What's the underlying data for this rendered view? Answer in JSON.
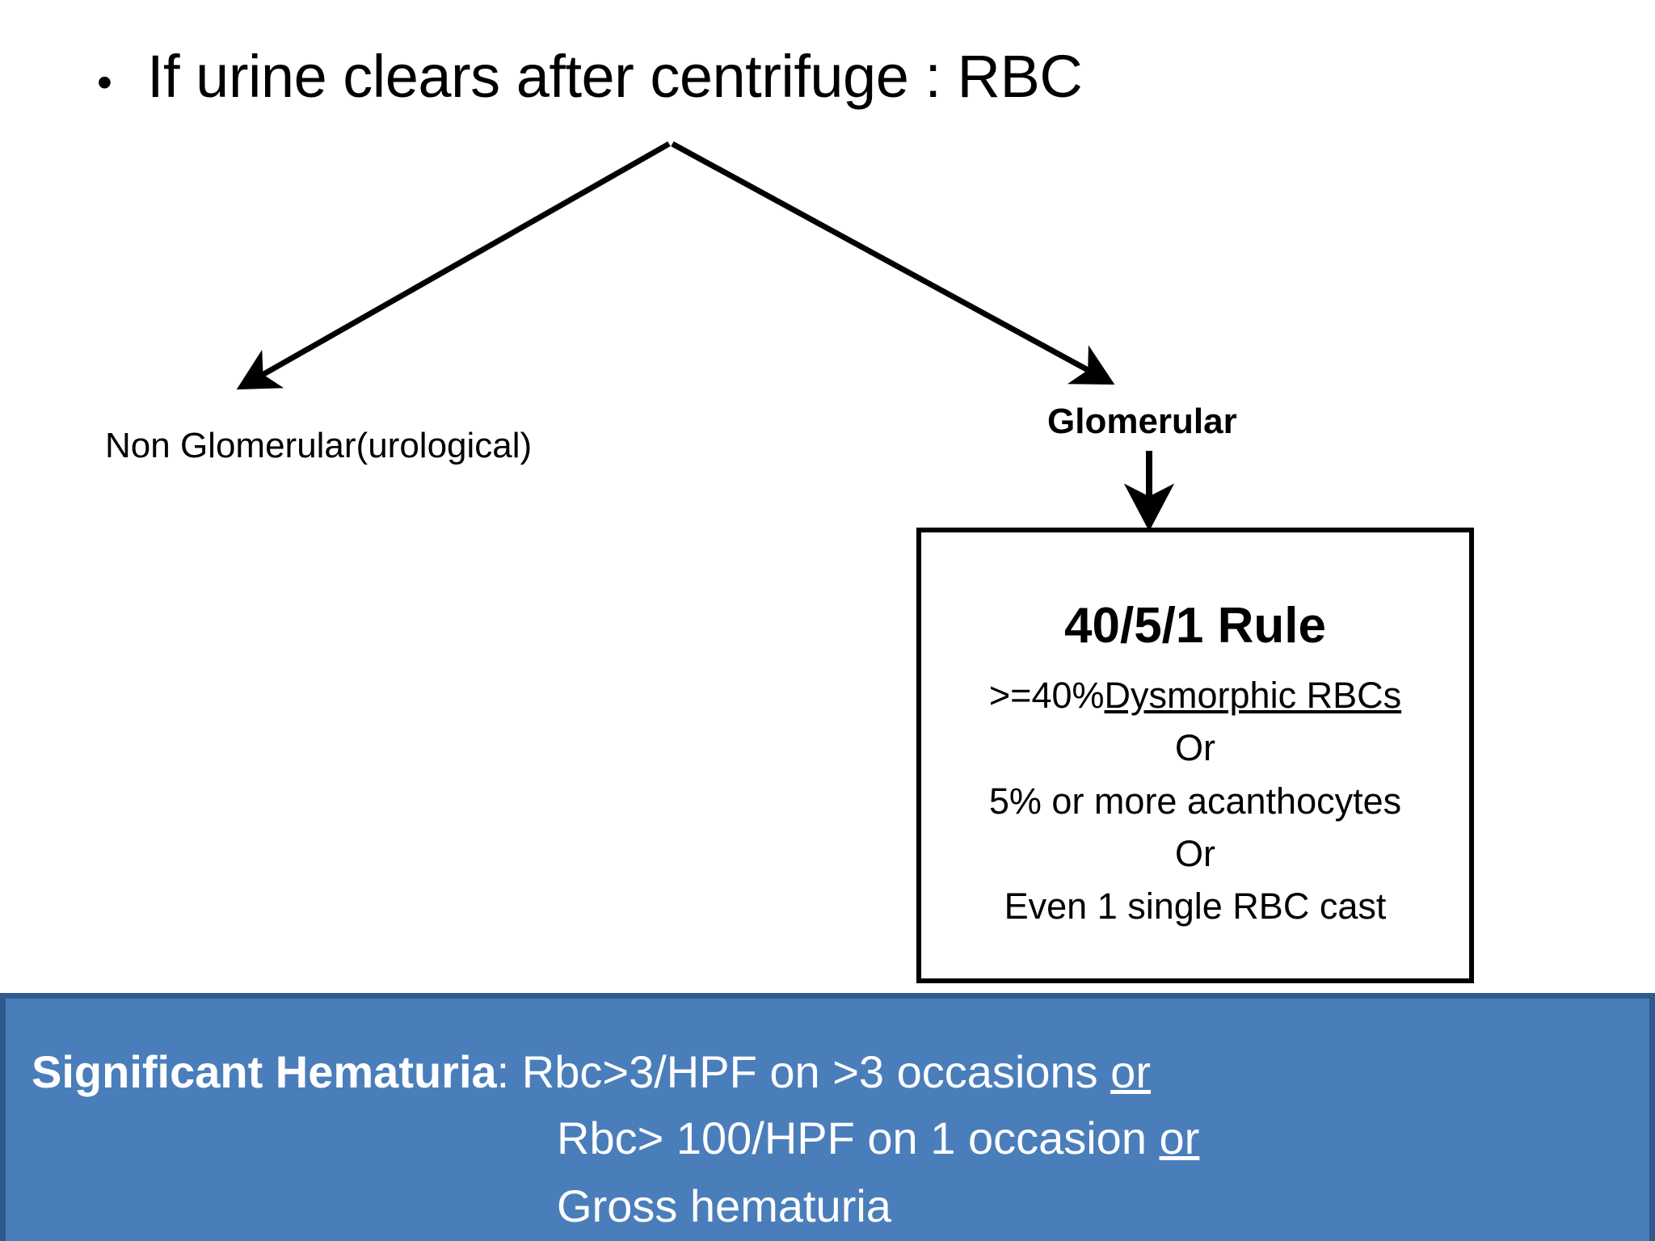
{
  "slide": {
    "title_bullet": "•",
    "title": "If urine clears after centrifuge : RBC",
    "background_color": "#ffffff"
  },
  "branches": {
    "left": {
      "label": "Non Glomerular(urological)",
      "bold": false
    },
    "right": {
      "label": "Glomerular",
      "bold": true
    }
  },
  "rule_box": {
    "heading": "40/5/1 Rule",
    "line_1_prefix": ">=40%",
    "line_1_underlined": "Dysmorphic RBCs",
    "line_2": "Or",
    "line_3": "5% or more acanthocytes",
    "line_4": "Or",
    "line_5": "Even 1 single RBC cast",
    "border_color": "#000000"
  },
  "banner": {
    "fill_color": "#4a7ebb",
    "border_color": "#2e5a8e",
    "text_color": "#ffffff",
    "line_1_bold": "Significant Hematuria",
    "line_1_middle": ": Rbc>3/HPF on >3 occasions ",
    "line_1_underlined": "or",
    "line_2_middle": "Rbc> 100/HPF on 1 occasion ",
    "line_2_underlined": "or",
    "line_3": "Gross hematuria"
  },
  "arrows": {
    "left_branch_arrow": "diagonal-down-left",
    "right_branch_arrow": "diagonal-down-right",
    "glomerular_to_box_arrow": "vertical-down"
  }
}
